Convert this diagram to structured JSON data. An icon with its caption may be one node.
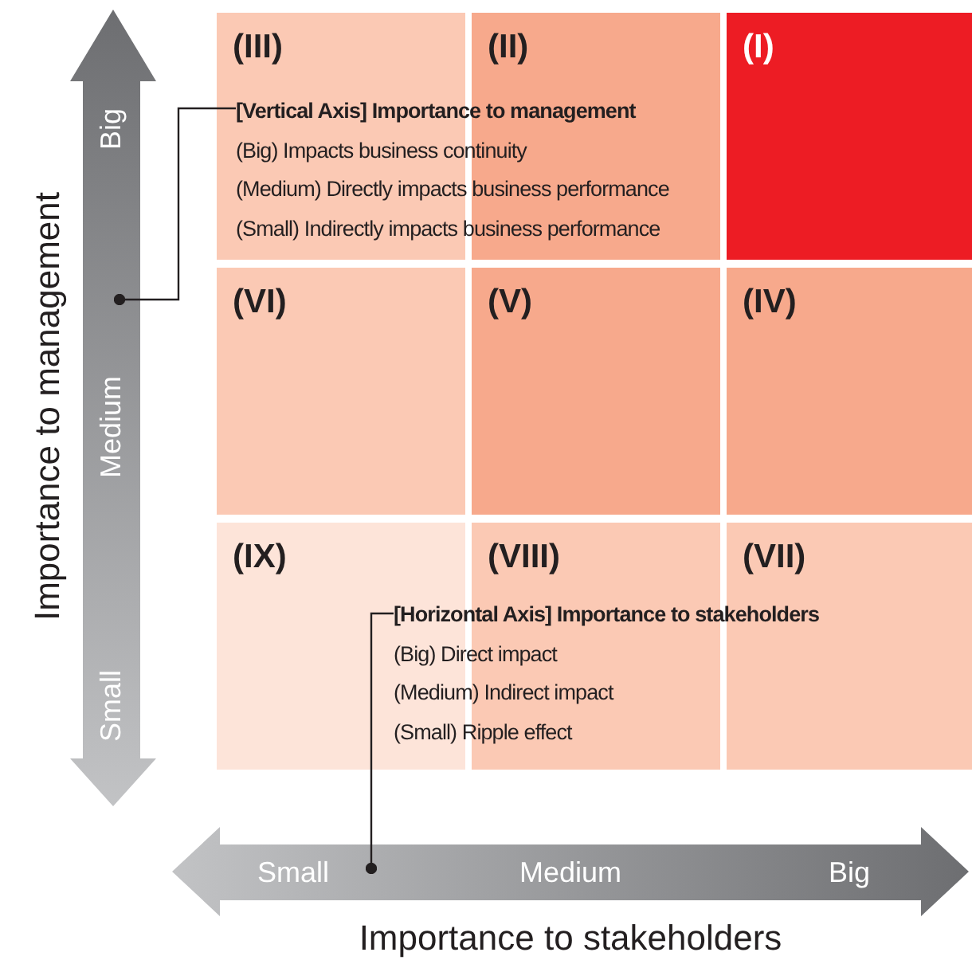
{
  "diagram": {
    "nodes": [
      {
        "text": [
          "Big",
          "Medium",
          "Small"
        ],
        "beside": [
          "Importance to management"
        ]
      },
      {
        "text": [
          "(III)"
        ]
      },
      {
        "text": [
          "(II)"
        ]
      },
      {
        "text": [
          "(I)"
        ]
      },
      {
        "text": [
          "[Vertical Axis] Importance to management",
          "(Big) Impacts business continuity",
          "(Medium) Directly impacts business performance",
          "(Small) Indirectly impacts business performance"
        ]
      },
      {
        "text": [
          "(VI)"
        ]
      },
      {
        "text": [
          "(V)"
        ]
      },
      {
        "text": [
          "(IV)"
        ]
      },
      {
        "text": [
          "(IX)"
        ]
      },
      {
        "text": [
          "(VIII)"
        ]
      },
      {
        "text": [
          "(VII)"
        ]
      },
      {
        "text": [
          "[Horizontal Axis] Importance to stakeholders",
          "(Big) Direct impact",
          "(Medium) Indirect impact",
          "(Small) Ripple effect"
        ]
      },
      {
        "text": [
          "Small",
          "Medium",
          "Big"
        ],
        "beside": [
          "Importance to stakeholders"
        ]
      }
    ],
    "edges": [
      {
        "from": 4,
        "to": 0,
        "arrow": "other"
      },
      {
        "from": 11,
        "to": 12,
        "arrow": "other"
      }
    ]
  }
}
